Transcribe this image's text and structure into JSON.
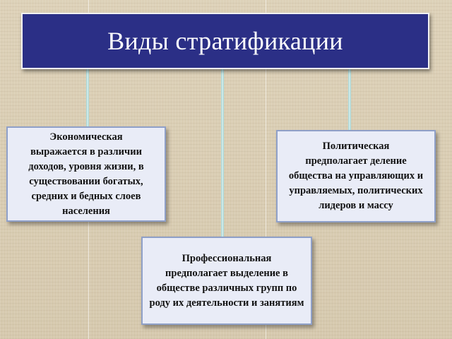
{
  "title": "Виды стратификации",
  "cards": {
    "economic": {
      "title": "Экономическая",
      "body": "выражается в различии доходов, уровня жизни, в существовании богатых, средних и бедных слоев населения"
    },
    "political": {
      "title": "Политическая",
      "body": "предполагает деление общества на управляющих и управляемых, политических лидеров и массу"
    },
    "professional": {
      "title": "Профессиональная",
      "body": "предполагает выделение в обществе различных групп по роду их деятельности и занятиям"
    }
  },
  "colors": {
    "title_background": "#2b2f86",
    "title_text": "#ffffff",
    "card_background": "#e9ecf7",
    "card_border": "#8fa0c8",
    "connector": "#b8e2e1",
    "page_background": "#d9ccb2"
  }
}
